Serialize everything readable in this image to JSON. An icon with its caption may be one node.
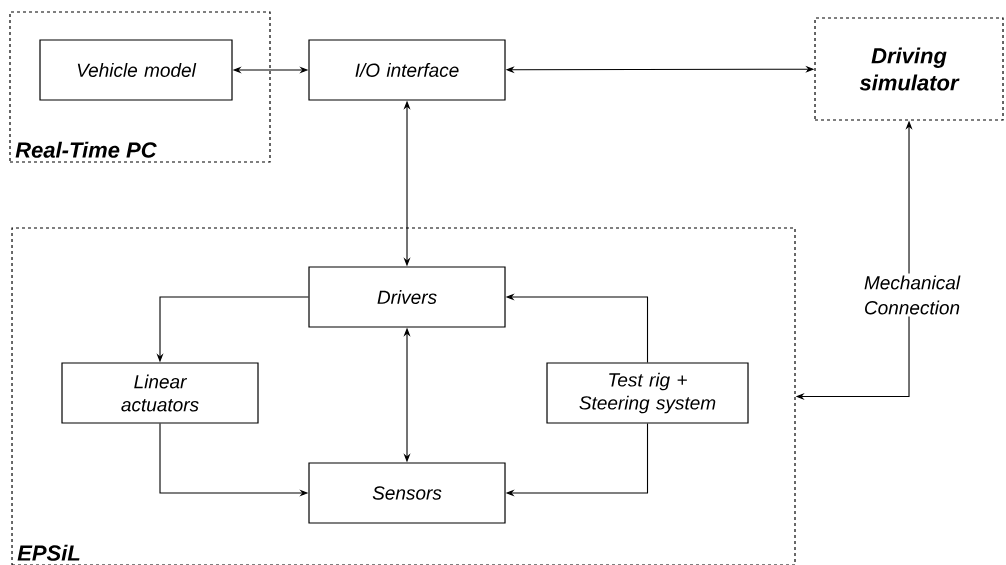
{
  "diagram": {
    "nodes": [
      {
        "text": [
          "Real-Time PC"
        ]
      },
      {
        "text": [
          "Vehicle model"
        ],
        "in": 0
      },
      {
        "text": [
          "I/O interface"
        ]
      },
      {
        "text": [
          "Driving simulator"
        ]
      },
      {
        "text": [
          "EPSiL"
        ]
      },
      {
        "text": [
          "Drivers"
        ],
        "in": 4
      },
      {
        "text": [
          "Linear actuators"
        ],
        "in": 4
      },
      {
        "text": [
          "Test rig + Steering system"
        ],
        "in": 4
      },
      {
        "text": [
          "Sensors"
        ],
        "in": 4
      }
    ],
    "edges": [
      {
        "from": 1,
        "to": 2,
        "arrow": "both"
      },
      {
        "from": 2,
        "to": 3,
        "arrow": "both"
      },
      {
        "from": 2,
        "to": 5,
        "arrow": "both"
      },
      {
        "from": 5,
        "to": 6,
        "arrow": "to"
      },
      {
        "from": 7,
        "to": 5,
        "arrow": "to"
      },
      {
        "from": 5,
        "to": 8,
        "arrow": "both"
      },
      {
        "from": 6,
        "to": 8,
        "arrow": "to"
      },
      {
        "from": 7,
        "to": 8,
        "arrow": "to"
      },
      {
        "from": 3,
        "to": 4,
        "arrow": "both",
        "label": "Mechanical Connection"
      }
    ]
  }
}
